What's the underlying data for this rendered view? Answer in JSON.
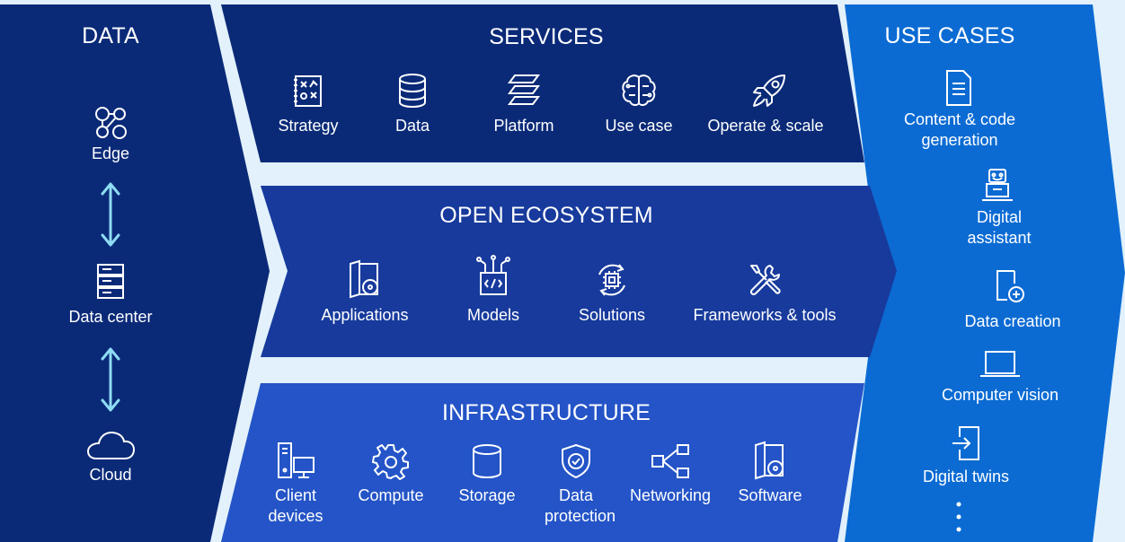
{
  "colors": {
    "data_panel": "#0a2a78",
    "services_panel": "#0a2a78",
    "ecosystem_panel": "#173a9c",
    "infrastructure_panel": "#2454c7",
    "use_cases_panel": "#0b6bd3",
    "arrows": "#8fdcf5",
    "separator": "#e2f1fb"
  },
  "data": {
    "title": "DATA",
    "items": [
      {
        "label": "Edge",
        "icon": "edge-nodes-icon"
      },
      {
        "label": "Data center",
        "icon": "server-rack-icon"
      },
      {
        "label": "Cloud",
        "icon": "cloud-icon"
      }
    ]
  },
  "services": {
    "title": "SERVICES",
    "items": [
      {
        "label": "Strategy",
        "icon": "strategy-board-icon"
      },
      {
        "label": "Data",
        "icon": "database-icon"
      },
      {
        "label": "Platform",
        "icon": "platform-layers-icon"
      },
      {
        "label": "Use case",
        "icon": "brain-circuit-icon"
      },
      {
        "label": "Operate & scale",
        "icon": "rocket-icon"
      }
    ]
  },
  "ecosystem": {
    "title": "OPEN ECOSYSTEM",
    "items": [
      {
        "label": "Applications",
        "icon": "app-disc-icon"
      },
      {
        "label": "Models",
        "icon": "code-model-icon"
      },
      {
        "label": "Solutions",
        "icon": "chip-cycle-icon"
      },
      {
        "label": "Frameworks & tools",
        "icon": "tools-icon"
      }
    ]
  },
  "infrastructure": {
    "title": "INFRASTRUCTURE",
    "items": [
      {
        "label": "Client devices",
        "icon": "client-devices-icon"
      },
      {
        "label": "Compute",
        "icon": "gear-icon"
      },
      {
        "label": "Storage",
        "icon": "storage-cylinder-icon"
      },
      {
        "label": "Data protection",
        "icon": "shield-check-icon"
      },
      {
        "label": "Networking",
        "icon": "network-icon"
      },
      {
        "label": "Software",
        "icon": "software-disc-icon"
      }
    ]
  },
  "use_cases": {
    "title": "USE CASES",
    "items": [
      {
        "label": "Content & code generation",
        "icon": "document-icon"
      },
      {
        "label": "Digital assistant",
        "icon": "robot-laptop-icon"
      },
      {
        "label": "Data creation",
        "icon": "file-plus-icon"
      },
      {
        "label": "Computer vision",
        "icon": "laptop-icon"
      },
      {
        "label": "Digital twins",
        "icon": "sign-in-icon"
      }
    ],
    "more_icon": "vertical-dots-icon"
  }
}
